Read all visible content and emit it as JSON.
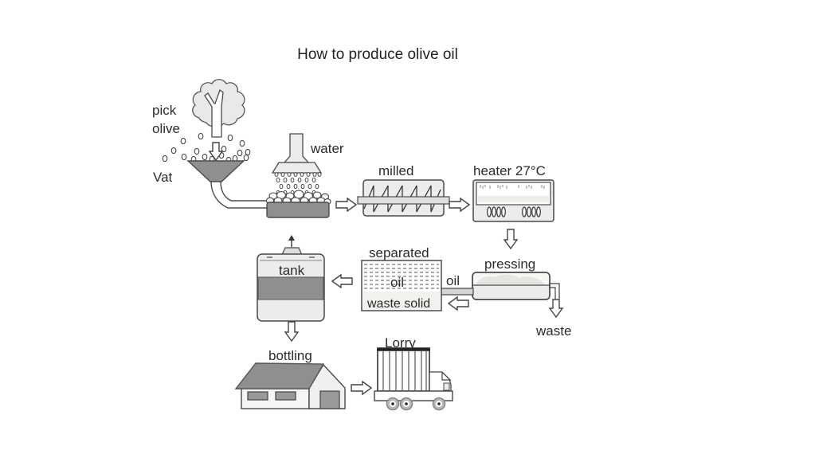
{
  "title": "How to produce olive oil",
  "colors": {
    "dark_gray": "#8f8f8f",
    "light_gray": "#ececec",
    "outline": "#4a4a4a",
    "background": "#ffffff"
  },
  "labels": {
    "pick_olive": "pick\nolive",
    "vat": "Vat",
    "water": "water",
    "milled": "milled",
    "heater": "heater 27°C",
    "pressing": "pressing",
    "separated": "separated",
    "separated_oil": "oil",
    "waste_solid": "waste solid",
    "oil_pipe": "oil",
    "waste": "waste",
    "tank": "tank",
    "bottling": "bottling",
    "lorry": "Lorry"
  }
}
